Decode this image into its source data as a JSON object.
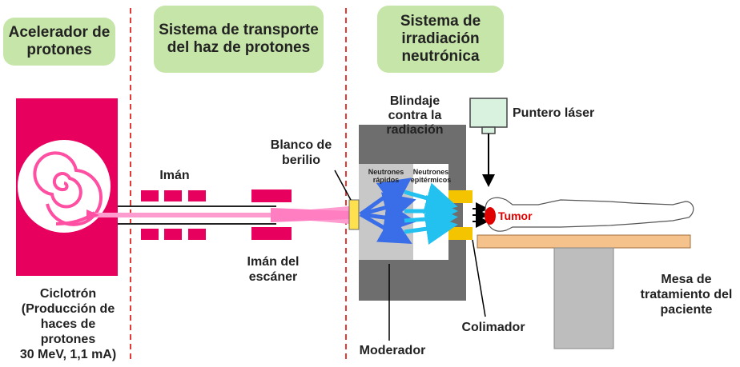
{
  "sections": {
    "accelerator": "Acelerador de protones",
    "transport": "Sistema de transporte del haz de protones",
    "irradiation": "Sistema de irradiación neutrónica"
  },
  "labels": {
    "cyclotron": "Ciclotrón",
    "cyclotron_desc_1": "(Producción de",
    "cyclotron_desc_2": "haces de",
    "cyclotron_desc_3": "protones",
    "cyclotron_specs": "30 MeV, 1,1 mA)",
    "magnet": "Imán",
    "scanner_magnet_1": "Imán del",
    "scanner_magnet_2": "escáner",
    "beryllium_target_1": "Blanco de",
    "beryllium_target_2": "berilio",
    "shielding_1": "Blindaje",
    "shielding_2": "contra la",
    "shielding_3": "radiación",
    "fast_neutrons_1": "Neutrones",
    "fast_neutrons_2": "rápidos",
    "epithermal_neutrons_1": "Neutrones",
    "epithermal_neutrons_2": "epitérmicos",
    "moderator": "Moderador",
    "collimator": "Colimador",
    "laser_pointer": "Puntero láser",
    "tumor": "Tumor",
    "treatment_table_1": "Mesa de",
    "treatment_table_2": "tratamiento del",
    "treatment_table_3": "paciente"
  },
  "colors": {
    "section_box": "#c6e5a8",
    "cyclotron": "#e8005e",
    "beam": "#ff7ec2",
    "divider": "#e53935",
    "shielding": "#6e6e6e",
    "moderator_fast": "#c8c8c8",
    "target": "#ffe14d",
    "collimator": "#f5c400",
    "neutron_fast": "#3a6ee8",
    "neutron_epithermal": "#22c1f0",
    "laser": "#d9f2e0",
    "tumor": "#e00000",
    "table_top": "#f5c28c",
    "table_base": "#bdbdbd"
  }
}
